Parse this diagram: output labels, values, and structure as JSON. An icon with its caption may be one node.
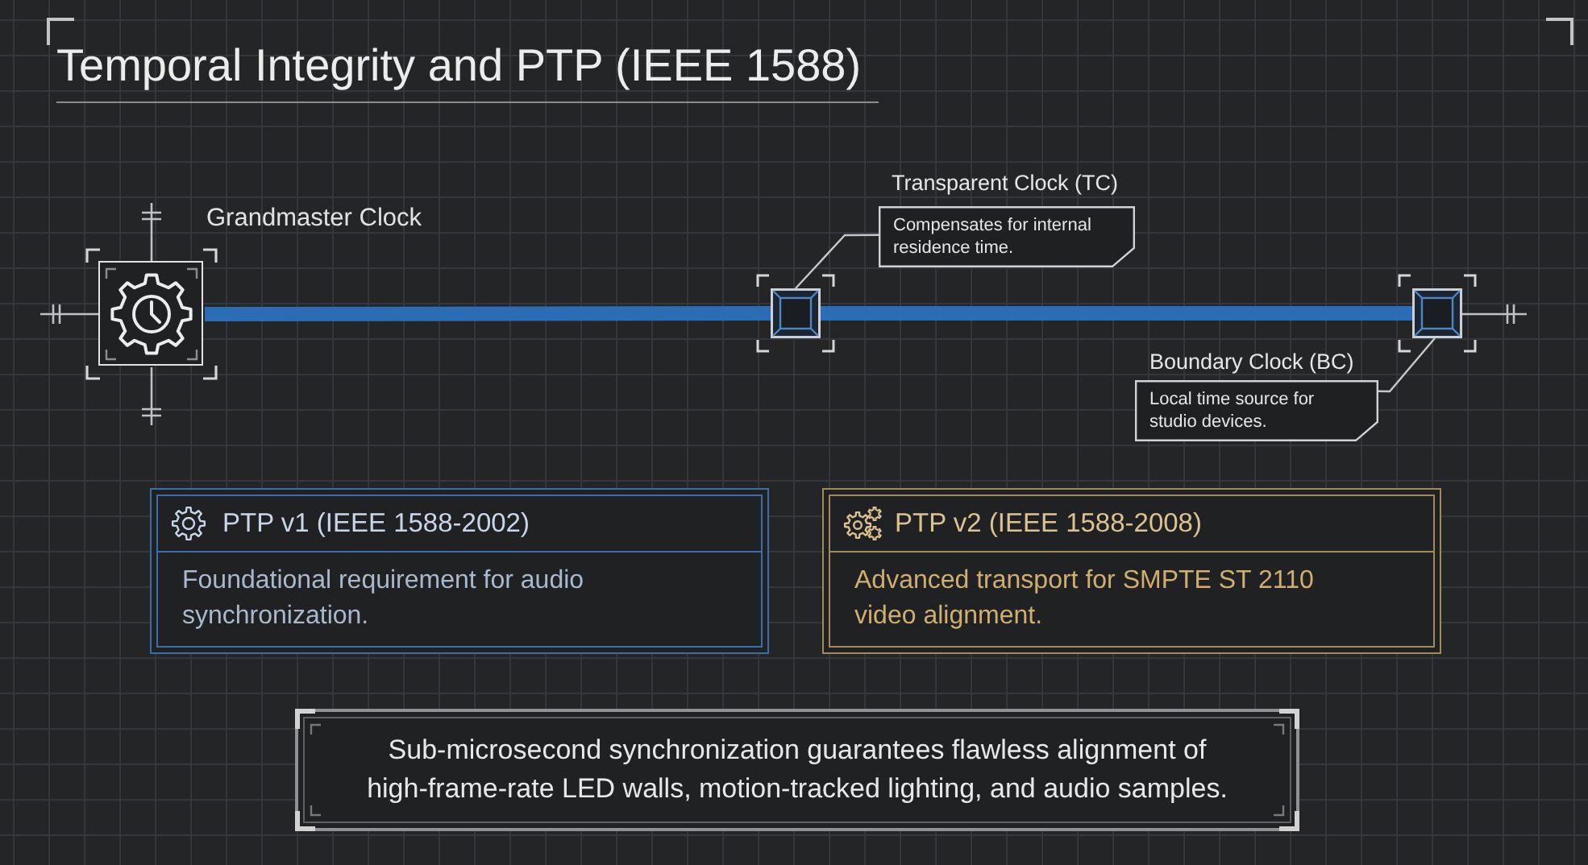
{
  "diagram": {
    "title": "Temporal Integrity and PTP (IEEE 1588)",
    "nodes": [
      {
        "text": [
          "Grandmaster Clock"
        ]
      },
      {
        "text": [
          "Transparent Clock (TC)",
          "Compensates for internal residence time."
        ]
      },
      {
        "text": [],
        "shape": "box"
      },
      {
        "text": [],
        "shape": "box"
      },
      {
        "text": [
          "Boundary Clock (BC)",
          "Local time source for studio devices."
        ]
      },
      {
        "text": [
          "PTP v1 (IEEE 1588-2002)",
          "Foundational requirement for audio synchronization."
        ]
      },
      {
        "text": [
          "PTP v2 (IEEE 1588-2008)",
          "Advanced transport for SMPTE ST 2110 video alignment."
        ]
      },
      {
        "text": [
          "Sub-microsecond synchronization guarantees flawless alignment of high-frame-rate LED walls, motion-tracked lighting, and audio samples."
        ]
      }
    ],
    "edges": [
      {
        "from": 0,
        "to": 2,
        "arrow": "none",
        "style": "thick",
        "color": "#2b6cb4"
      },
      {
        "from": 2,
        "to": 3,
        "arrow": "none",
        "style": "thick",
        "color": "#2b6cb4"
      },
      {
        "from": 1,
        "to": 2,
        "arrow": "none",
        "color": "#c4c8cc"
      },
      {
        "from": 4,
        "to": 3,
        "arrow": "none",
        "color": "#c4c8cc"
      }
    ]
  }
}
